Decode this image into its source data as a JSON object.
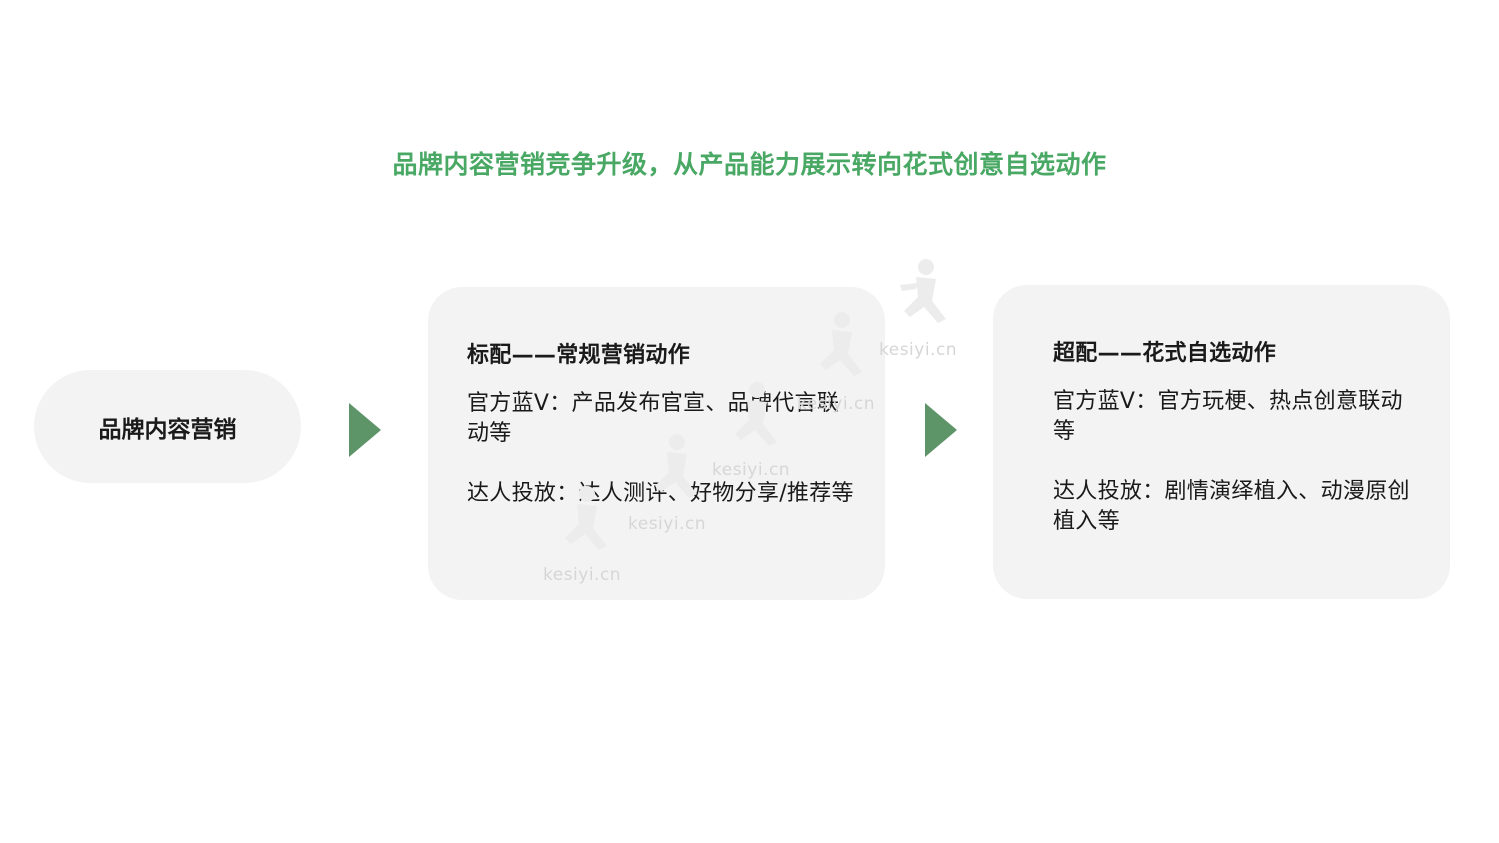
{
  "title": "品牌内容营销竞争升级，从产品能力展示转向花式创意自选动作",
  "source_node": {
    "label": "品牌内容营销"
  },
  "cards": [
    {
      "heading": "标配——常规营销动作",
      "items": [
        "官方蓝V：产品发布官宣、品牌代言联动等",
        "达人投放：达人测评、好物分享/推荐等"
      ]
    },
    {
      "heading": "超配——花式自选动作",
      "items": [
        "官方蓝V：官方玩梗、热点创意联动等",
        "达人投放：剧情演绎植入、动漫原创植入等"
      ]
    }
  ],
  "watermark": {
    "text": "kesiyi.cn"
  },
  "colors": {
    "title": "#4aa865",
    "arrow": "#5d9468",
    "box_fill": "#f3f3f3"
  }
}
